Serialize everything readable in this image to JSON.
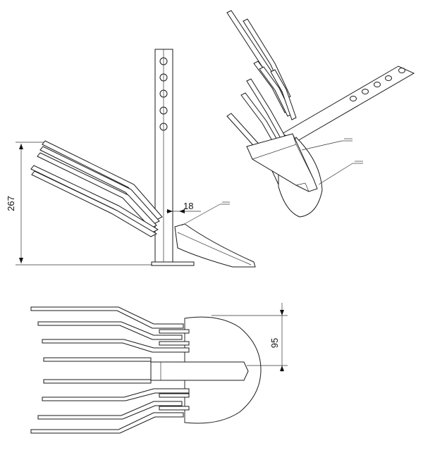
{
  "dimensions": {
    "height_label": "267",
    "gap_label": "18",
    "radius_label": "95"
  }
}
